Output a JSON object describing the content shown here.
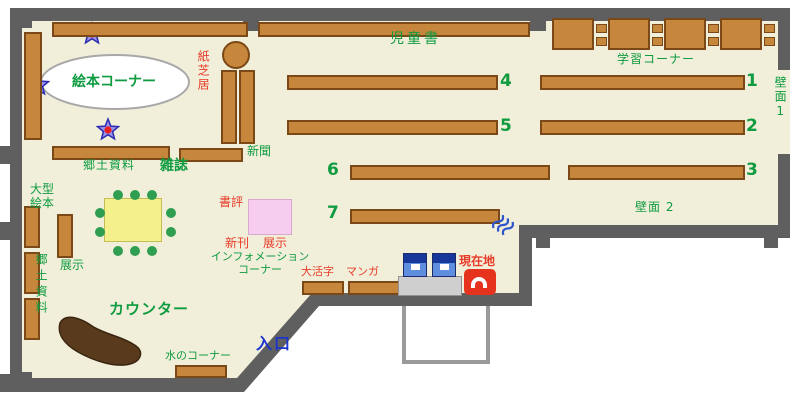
{
  "map": {
    "areas": {
      "jidosho": "児童書",
      "gakushu": "学習コーナー",
      "ehon_corner": "絵本コーナー",
      "kamishibai": "紙芝居",
      "shinbun": "新聞",
      "kyodo_top": "郷土資料",
      "zasshi": "雑誌",
      "ogata_ehon": "大型\n絵本",
      "tenji_left": "展示",
      "kyodo_side": "郷土資料",
      "shohyo": "書評",
      "shinkan": "新刊",
      "tenji_mid": "展示",
      "information": "インフォメーション\nコーナー",
      "daikatsuji": "大活字",
      "manga": "マンガ",
      "genzaichi": "現在地",
      "counter": "カウンター",
      "mizu": "水のコーナー",
      "iriguchi": "入口",
      "hekimen1": "壁面1",
      "hekimen2": "壁面 2"
    },
    "shelf_numbers": {
      "n1": "1",
      "n2": "2",
      "n3": "3",
      "n4": "4",
      "n5": "5",
      "n6": "6",
      "n7": "7"
    },
    "colors": {
      "floor": "#f1efda",
      "wall": "#5f5f5f",
      "shelf": "#c6863b",
      "shelf_border": "#7b4817",
      "label_green": "#0f9b40",
      "label_red": "#e73b28",
      "entrance_blue": "#1d35cf",
      "table_yellow": "#f4f08c",
      "display_pink": "#f6cdef",
      "marker_red": "#e6331e",
      "counter_brown": "#5a3a1c"
    }
  }
}
